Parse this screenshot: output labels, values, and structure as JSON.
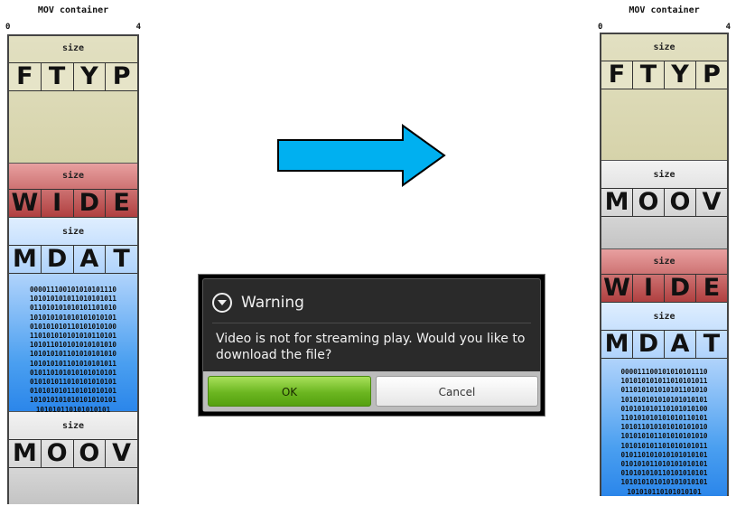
{
  "left": {
    "title": "MOV container",
    "tick_start": "0",
    "tick_end": "4",
    "boxes": [
      {
        "size_label": "size",
        "letters": [
          "F",
          "T",
          "Y",
          "P"
        ]
      },
      {
        "size_label": "size",
        "letters": [
          "W",
          "I",
          "D",
          "E"
        ]
      },
      {
        "size_label": "size",
        "letters": [
          "M",
          "D",
          "A",
          "T"
        ],
        "bits": [
          "000011100101010101110",
          "101010101011010101011",
          "011010101010101101010",
          "101010101010101010101",
          "010101010110101010100",
          "110101010101010110101",
          "101011010101010101010",
          "101010101101010101010",
          "101010101101010101011",
          "010110101010101010101",
          "010101011010101010101",
          "010101010110101010101",
          "101010101010101010101",
          "101010110101010101"
        ]
      },
      {
        "size_label": "size",
        "letters": [
          "M",
          "O",
          "O",
          "V"
        ]
      }
    ]
  },
  "right": {
    "title": "MOV container",
    "tick_start": "0",
    "tick_end": "4",
    "boxes": [
      {
        "size_label": "size",
        "letters": [
          "F",
          "T",
          "Y",
          "P"
        ]
      },
      {
        "size_label": "size",
        "letters": [
          "M",
          "O",
          "O",
          "V"
        ]
      },
      {
        "size_label": "size",
        "letters": [
          "W",
          "I",
          "D",
          "E"
        ]
      },
      {
        "size_label": "size",
        "letters": [
          "M",
          "D",
          "A",
          "T"
        ],
        "bits": [
          "000011100101010101110",
          "101010101011010101011",
          "011010101010101101010",
          "101010101010101010101",
          "010101010110101010100",
          "110101010101010110101",
          "101011010101010101010",
          "101010101101010101010",
          "101010101101010101011",
          "010110101010101010101",
          "010101011010101010101",
          "010101010110101010101",
          "101010101010101010101",
          "101010110101010101"
        ]
      }
    ]
  },
  "arrow": {
    "color": "#00b0f0",
    "direction": "right"
  },
  "dialog": {
    "icon": "dropdown-circle-icon",
    "title": "Warning",
    "message": "Video is not for streaming play. Would you like to download the file?",
    "ok_label": "OK",
    "cancel_label": "Cancel"
  }
}
